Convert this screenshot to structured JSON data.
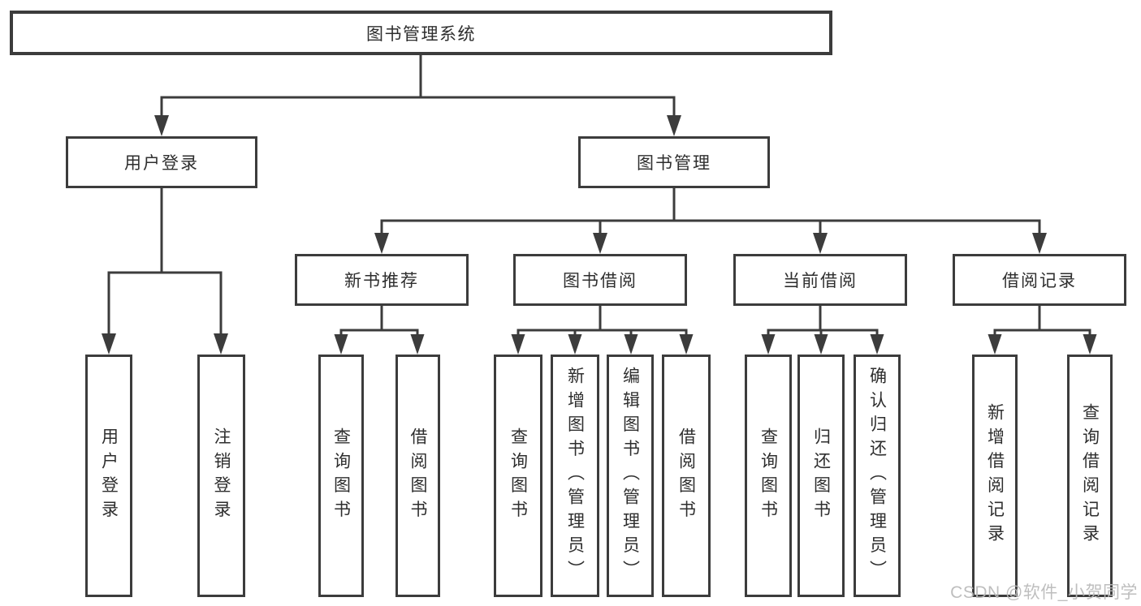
{
  "style": {
    "line_color": "#3c3c3c",
    "text_color": "#2e2e2e",
    "box_background": "#ffffff",
    "page_background": "#ffffff",
    "watermark_color": "#b9b9b9"
  },
  "watermark": {
    "text": "CSDN @软件_小贺同学"
  },
  "tree": {
    "label": "图书管理系统",
    "children": [
      {
        "label": "用户登录",
        "children": [
          {
            "label": "用户登录"
          },
          {
            "label": "注销登录"
          }
        ]
      },
      {
        "label": "图书管理",
        "children": [
          {
            "label": "新书推荐",
            "children": [
              {
                "label": "查询图书"
              },
              {
                "label": "借阅图书"
              }
            ]
          },
          {
            "label": "图书借阅",
            "children": [
              {
                "label": "查询图书"
              },
              {
                "label": "新增图书（管理员）"
              },
              {
                "label": "编辑图书（管理员）"
              },
              {
                "label": "借阅图书"
              }
            ]
          },
          {
            "label": "当前借阅",
            "children": [
              {
                "label": "查询图书"
              },
              {
                "label": "归还图书"
              },
              {
                "label": "确认归还（管理员）"
              }
            ]
          },
          {
            "label": "借阅记录",
            "children": [
              {
                "label": "新增借阅记录"
              },
              {
                "label": "查询借阅记录"
              }
            ]
          }
        ]
      }
    ]
  }
}
